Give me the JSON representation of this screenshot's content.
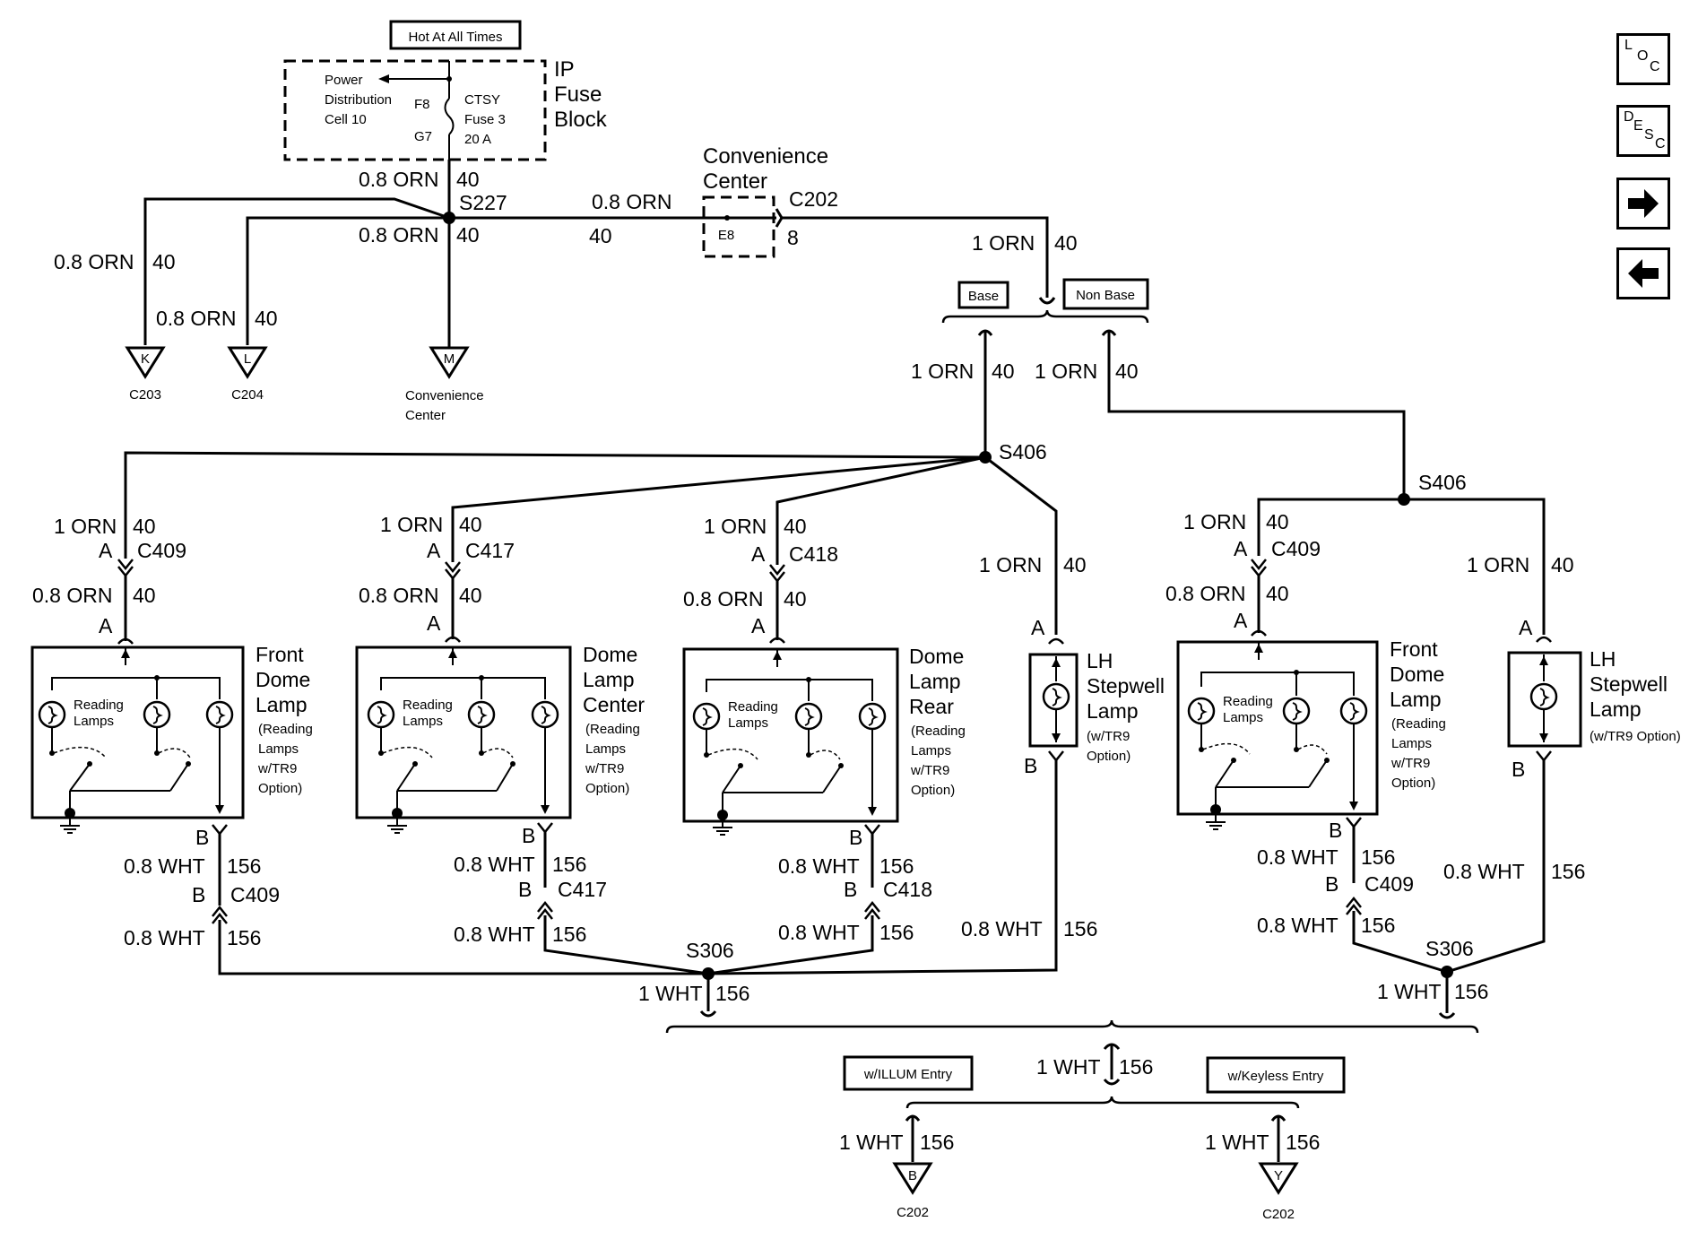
{
  "fuse_block": {
    "title_line1": "IP",
    "title_line2": "Fuse",
    "title_line3": "Block",
    "hot_label": "Hot At All Times",
    "pdc_line1": "Power",
    "pdc_line2": "Distribution",
    "pdc_line3": "Cell 10",
    "pin_top": "F8",
    "pin_bottom": "G7",
    "fuse_line1": "CTSY",
    "fuse_line2": "Fuse 3",
    "fuse_line3": "20 A"
  },
  "wires": {
    "orn08": "0.8 ORN",
    "orn1": "1 ORN",
    "wht08": "0.8 WHT",
    "wht1": "1 WHT",
    "c40": "40",
    "c156": "156",
    "pin8": "8",
    "pinA": "A",
    "pinB": "B"
  },
  "splices": {
    "s227": "S227",
    "s406": "S406",
    "s306": "S306"
  },
  "conv_center": {
    "line1": "Convenience",
    "line2": "Center",
    "terminal": "E8",
    "connector": "C202"
  },
  "offpage": {
    "k": {
      "letter": "K",
      "conn": "C203"
    },
    "l": {
      "letter": "L",
      "conn": "C204"
    },
    "m": {
      "letter": "M",
      "line1": "Convenience",
      "line2": "Center"
    },
    "b": {
      "letter": "B",
      "conn": "C202"
    },
    "y": {
      "letter": "Y",
      "conn": "C202"
    }
  },
  "options": {
    "base": "Base",
    "nonbase": "Non Base",
    "illum": "w/ILLUM Entry",
    "keyless": "w/Keyless Entry"
  },
  "connectors": {
    "c409": "C409",
    "c417": "C417",
    "c418": "C418"
  },
  "lamps": {
    "reading_line1": "Reading",
    "reading_line2": "Lamps",
    "front_dome": [
      "Front",
      "Dome",
      "Lamp",
      "(Reading",
      "Lamps",
      "w/TR9",
      "Option)"
    ],
    "dome_center": [
      "Dome",
      "Lamp",
      "Center",
      "(Reading",
      "Lamps",
      "w/TR9",
      "Option)"
    ],
    "dome_rear": [
      "Dome",
      "Lamp",
      "Rear",
      "(Reading",
      "Lamps",
      "w/TR9",
      "Option)"
    ],
    "stepwell1": [
      "LH",
      "Stepwell",
      "Lamp",
      "(w/TR9",
      "Option)"
    ],
    "front_dome2": [
      "Front",
      "Dome",
      "Lamp",
      "(Reading",
      "Lamps",
      "w/TR9",
      "Option)"
    ],
    "stepwell2": [
      "LH",
      "Stepwell",
      "Lamp",
      "(w/TR9 Option)"
    ]
  },
  "nav": {
    "loc": [
      "L",
      "O",
      "C"
    ],
    "desc": [
      "D",
      "E",
      "S",
      "C"
    ],
    "next_icon": "arrow-right-icon",
    "prev_icon": "arrow-left-icon"
  }
}
